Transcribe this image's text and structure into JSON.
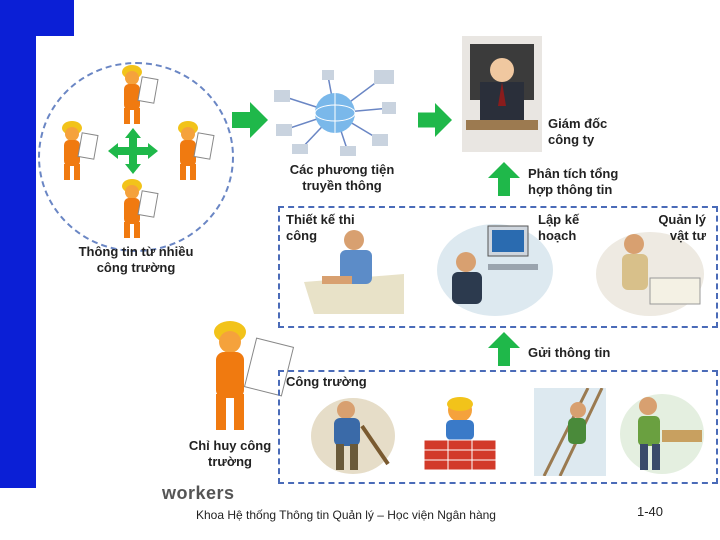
{
  "labels": {
    "sites": "Thông tin từ nhiều công trường",
    "media": "Các phương tiện truyền thông",
    "director": "Giám đốc công ty",
    "analysis": "Phân tích tổng hợp thông tin",
    "design": "Thiết kế thi công",
    "planning": "Lập kế hoạch",
    "materials": "Quản lý vật tư",
    "send": "Gửi thông tin",
    "site": "Công trường",
    "commander": "Chỉ huy công trường",
    "workers": "workers"
  },
  "footer": {
    "text": "Khoa Hệ thống Thông tin Quản lý – Học viện Ngân hàng",
    "page": "1-40"
  },
  "colors": {
    "left_bar": "#0b1fd6",
    "arrow": "#1fb84a",
    "dashed_box": "#4a6bb8",
    "worker_orange": "#f07a10"
  }
}
